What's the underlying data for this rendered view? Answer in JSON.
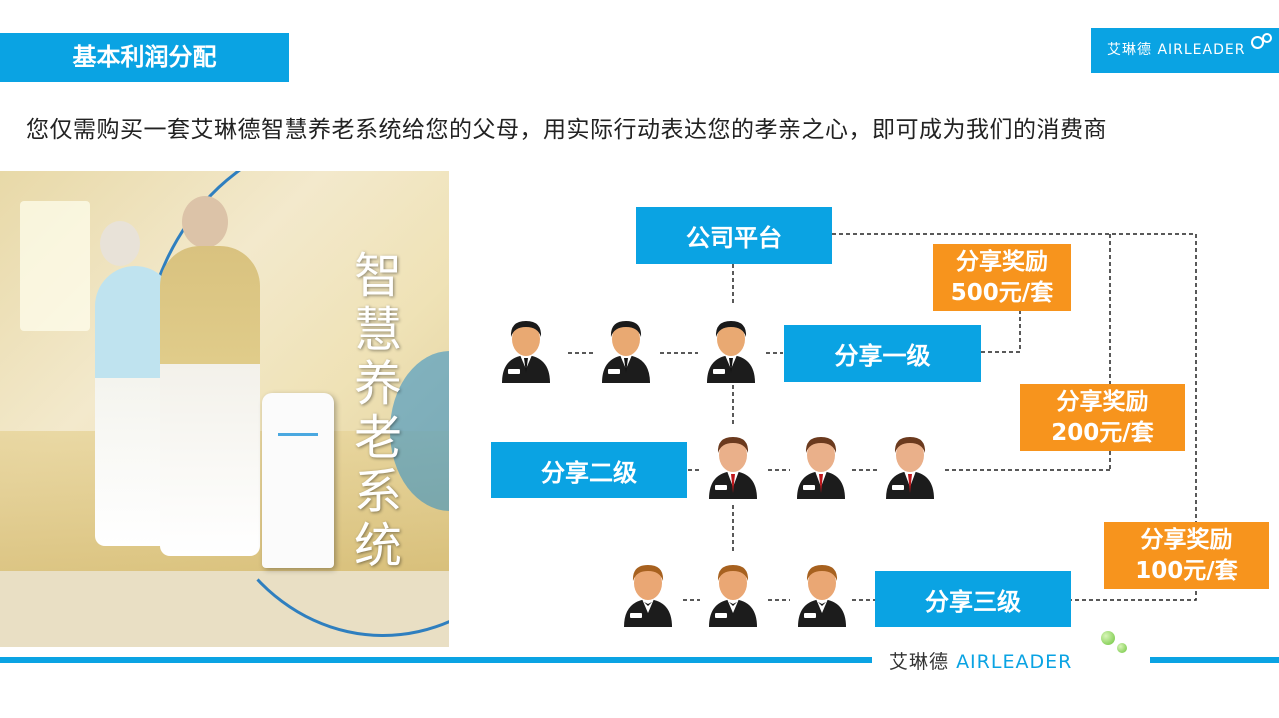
{
  "header": {
    "title": "基本利润分配",
    "logo_cn": "艾琳德",
    "logo_en": "AIRLEADER"
  },
  "subtitle": "您仅需购买一套艾琳德智慧养老系统给您的父母，用实际行动表达您的孝亲之心，即可成为我们的消费商",
  "photo": {
    "vertical_text": [
      "智",
      "慧",
      "养",
      "老",
      "系",
      "统"
    ]
  },
  "diagram": {
    "platform": "公司平台",
    "level1": "分享一级",
    "level2": "分享二级",
    "level3": "分享三级",
    "reward1": {
      "line1": "分享奖励",
      "line2": "500元/套"
    },
    "reward2": {
      "line1": "分享奖励",
      "line2": "200元/套"
    },
    "reward3": {
      "line1": "分享奖励",
      "line2": "100元/套"
    }
  },
  "footer": {
    "logo_cn": "艾琳德",
    "logo_en": "AIRLEADER"
  },
  "colors": {
    "blue": "#0aa3e3",
    "orange": "#f7941d"
  }
}
